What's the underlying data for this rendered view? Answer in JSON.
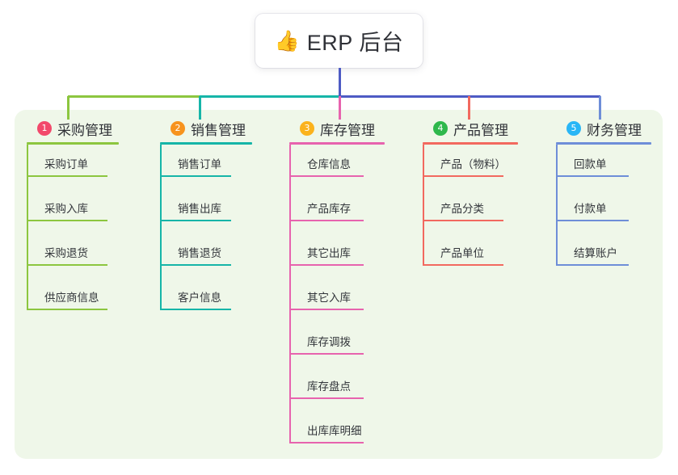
{
  "diagram": {
    "title_prefix_icon": "thumbs-up-emoji",
    "title_emoji": "👍",
    "title": "ERP 后台",
    "panel_background": "#eff7e9",
    "bus_colors": [
      "#8cc63f",
      "#16b5a8",
      "#4e5bc4",
      "#4e5bc4"
    ],
    "root_stem_color": "#4e5bc4"
  },
  "columns": [
    {
      "number": "1",
      "label": "采购管理",
      "badge_color": "#f2496b",
      "line_color": "#8cc63f",
      "items": [
        {
          "label": "采购订单"
        },
        {
          "label": "采购入库"
        },
        {
          "label": "采购退货"
        },
        {
          "label": "供应商信息"
        }
      ]
    },
    {
      "number": "2",
      "label": "销售管理",
      "badge_color": "#f7931e",
      "line_color": "#16b5a8",
      "items": [
        {
          "label": "销售订单"
        },
        {
          "label": "销售出库"
        },
        {
          "label": "销售退货"
        },
        {
          "label": "客户信息"
        }
      ]
    },
    {
      "number": "3",
      "label": "库存管理",
      "badge_color": "#fbb21c",
      "line_color": "#e763ae",
      "items": [
        {
          "label": "仓库信息"
        },
        {
          "label": "产品库存"
        },
        {
          "label": "其它出库"
        },
        {
          "label": "其它入库"
        },
        {
          "label": "库存调拨"
        },
        {
          "label": "库存盘点"
        },
        {
          "label": "出库库明细"
        }
      ]
    },
    {
      "number": "4",
      "label": "产品管理",
      "badge_color": "#2eb84c",
      "line_color": "#f2695f",
      "items": [
        {
          "label": "产品（物料）"
        },
        {
          "label": "产品分类"
        },
        {
          "label": "产品单位"
        }
      ]
    },
    {
      "number": "5",
      "label": "财务管理",
      "badge_color": "#29b6f6",
      "line_color": "#6e8ed8",
      "items": [
        {
          "label": "回款单"
        },
        {
          "label": "付款单"
        },
        {
          "label": "结算账户"
        }
      ]
    }
  ],
  "layout": {
    "column_x": [
      33,
      198,
      358,
      523,
      688
    ],
    "head_rule_width": [
      114,
      114,
      118,
      118,
      118
    ],
    "leaf_rule_width": [
      100,
      88,
      92,
      100,
      90
    ],
    "leaf_step": 55,
    "leaf_first_height": 40
  }
}
